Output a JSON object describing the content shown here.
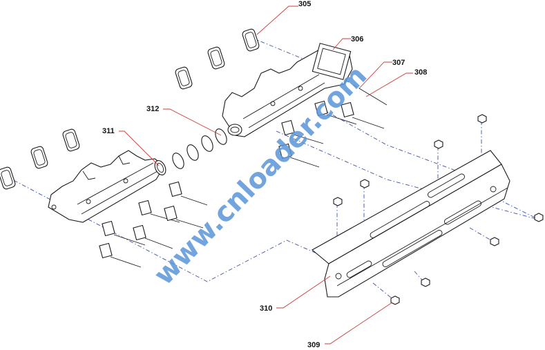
{
  "callouts": {
    "c305": "305",
    "c306": "306",
    "c307": "307",
    "c308": "308",
    "c309": "309",
    "c310": "310",
    "c311": "311",
    "c312": "312"
  },
  "watermark": "www.cnloader.com",
  "colors": {
    "leader": "#d33a3a",
    "centerline": "#3c4fae",
    "watermark": "#5a95d8",
    "linework": "#1a1a1a"
  }
}
